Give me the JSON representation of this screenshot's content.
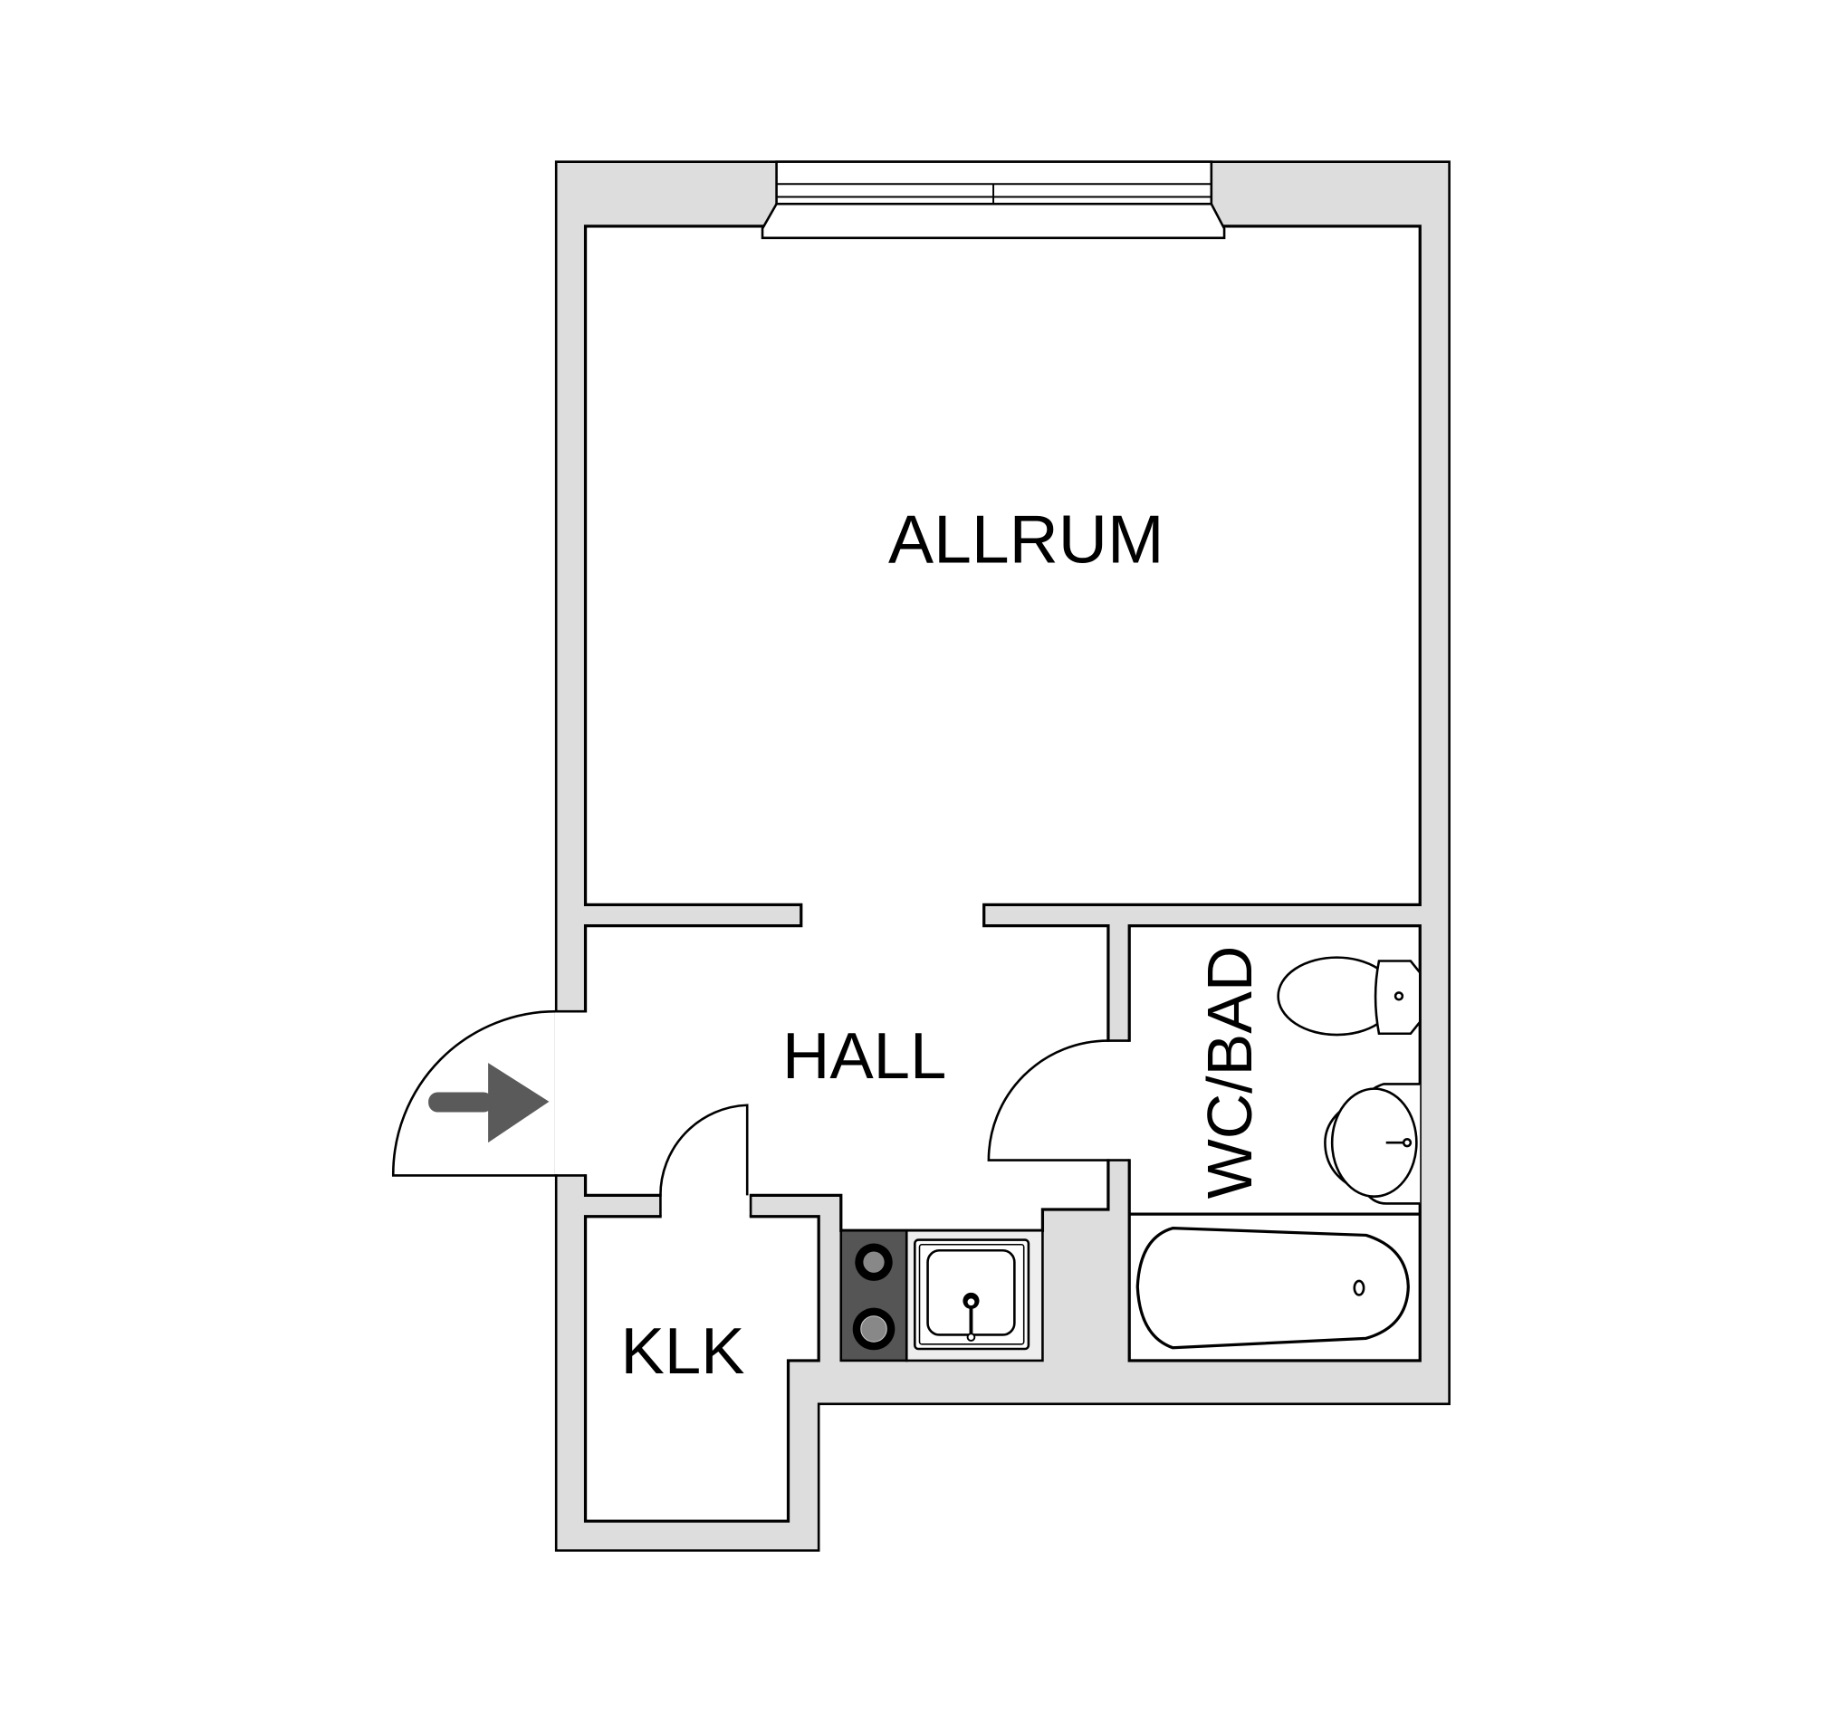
{
  "rooms": {
    "allrum": "ALLRUM",
    "hall": "HALL",
    "klk": "KLK",
    "wc_bad": "WC/BAD"
  },
  "colors": {
    "wall": "#dddddd",
    "line": "#000000",
    "stove": "#555555",
    "arrow": "#5a5a5a"
  }
}
